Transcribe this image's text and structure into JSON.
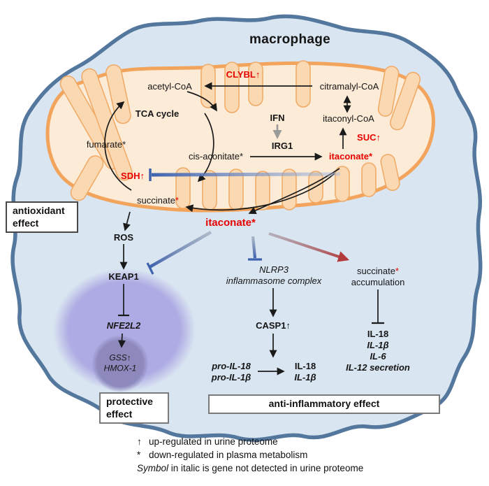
{
  "title": "macrophage",
  "mitochondrion": {
    "clybl": "CLYBL↑",
    "acetyl_coa": "acetyl-CoA",
    "citramalyl_coa": "citramalyl-CoA",
    "tca_cycle": "TCA cycle",
    "ifn": "IFN",
    "itaconyl_coa": "itaconyl-CoA",
    "fumarate": "fumarate*",
    "cis_aconitate": "cis-aconitate*",
    "irg1": "IRG1",
    "suc": "SUC↑",
    "itaconate": "itaconate*",
    "sdh": "SDH↑",
    "succinate": "succinate",
    "succinate_asterisk": "*"
  },
  "cytosol": {
    "ros": "ROS",
    "itaconate": "itaconate*",
    "keap1": "KEAP1",
    "nfe2l2": "NFE2L2",
    "gss": "GSS↑",
    "hmox1": "HMOX-1",
    "nlrp3": "NLRP3",
    "inflammasome": "inflammasome complex",
    "casp1": "CASP1↑",
    "pro_il18": "pro-IL-18",
    "pro_il1b": "pro-IL-1β",
    "il18": "IL-18",
    "il1b": "IL-1β",
    "succinate": "succinate",
    "succinate_asterisk": "*",
    "accumulation": "accumulation",
    "secretion_il18": "IL-18",
    "secretion_il1b": "IL-1β",
    "secretion_il6": "IL-6",
    "secretion_il12": "IL-12 secretion"
  },
  "effect_boxes": {
    "antioxidant_line1": "antioxidant",
    "antioxidant_line2": "effect",
    "protective_line1": "protective",
    "protective_line2": "effect",
    "anti_inflammatory": "anti-inflammatory effect"
  },
  "legend": {
    "up_symbol": "↑",
    "up_text": "up-regulated in urine proteome",
    "star_symbol": "*",
    "star_text": "down-regulated in plasma metabolism",
    "italic_word": "Symbol",
    "italic_rest": "in italic is gene not detected in urine proteome"
  },
  "colors": {
    "highlight_red": "#e60000",
    "inhibition_blue": "#3e62ae",
    "arrow_red": "#b23b3b",
    "cell_fill": "#d9e5f1",
    "cell_border": "#54779e",
    "mitochondria_fill": "#fcebd7",
    "mitochondria_border": "#f2a45c",
    "nucleus_purple": "#aeaae3",
    "inner_circle_purple": "#8d89bd"
  }
}
